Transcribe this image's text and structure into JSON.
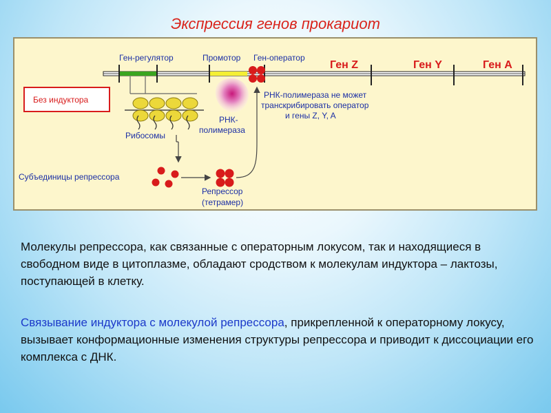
{
  "title": "Экспрессия генов прокариот",
  "diagram": {
    "labels": {
      "regulator_gene": "Ген-регулятор",
      "promoter": "Промотор",
      "operator_gene": "Ген-оператор",
      "gene_z": "Ген Z",
      "gene_y": "Ген Y",
      "gene_a": "Ген A",
      "no_inducer": "Без индуктора",
      "ribosomes": "Рибосомы",
      "rna_polymerase_line1": "РНК-",
      "rna_polymerase_line2": "полимераза",
      "polymerase_note_line1": "РНК-полимераза не может",
      "polymerase_note_line2": "транскрибировать оператор",
      "polymerase_note_line3": "и гены Z, Y, A",
      "repressor_subunits": "Субъединицы репрессора",
      "repressor_line1": "Репрессор",
      "repressor_line2": "(тетрамер)"
    },
    "colors": {
      "dna_line": "#111111",
      "regulator_segment": "#3aa51f",
      "promoter_segment": "#f4ef34",
      "repressor": "#d81b1b",
      "gene_label": "#d81b1b",
      "label_blue": "#1b2fa5",
      "ribosome": "#ecd83a",
      "polymerase": "#c0146f"
    }
  },
  "paragraph1": "Молекулы репрессора, как связанные с операторным локусом, так и находящиеся в свободном виде в цитоплазме, обладают сродством к молекулам индуктора – лактозы, поступающей в клетку.",
  "paragraph2": {
    "highlight": "Связывание индуктора с молекулой репрессора",
    "rest": ", прикрепленной к операторному локусу, вызывает конформационные изменения структуры репрессора и приводит к диссоциации его комплекса с ДНК."
  }
}
